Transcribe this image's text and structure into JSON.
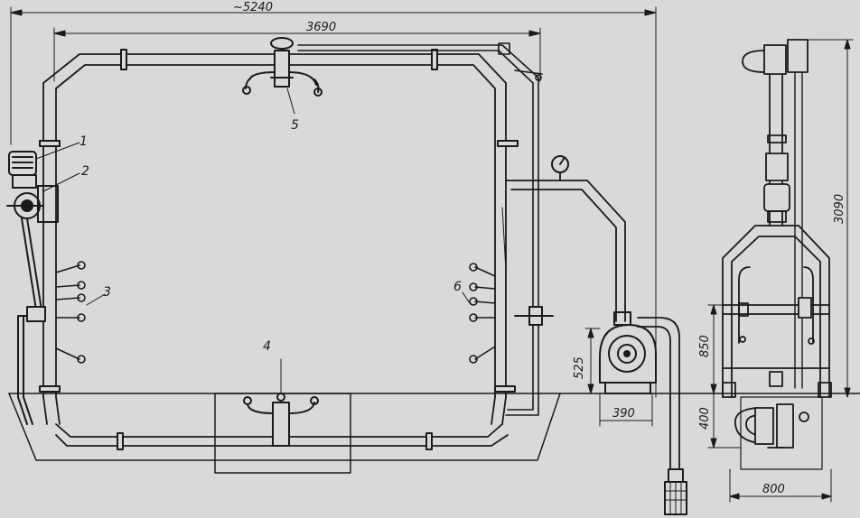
{
  "dimensions": {
    "overall_width": "~5240",
    "frame_width": "3690",
    "pump_height": "525",
    "pump_width": "390",
    "side_height_total": "3090",
    "side_height_mid": "850",
    "side_height_low": "400",
    "side_width": "800"
  },
  "callouts": [
    "1",
    "2",
    "3",
    "4",
    "5",
    "6"
  ]
}
